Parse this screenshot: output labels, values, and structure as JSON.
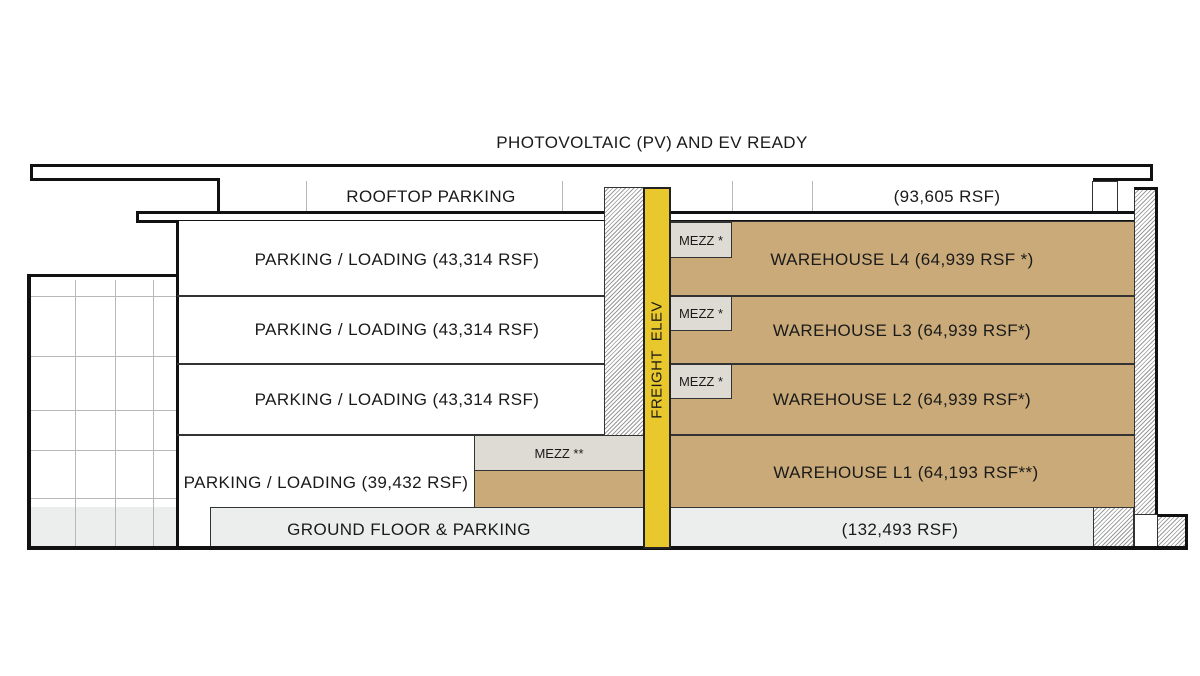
{
  "title": "PHOTOVOLTAIC (PV) AND EV READY",
  "rooftop": {
    "label": "ROOFTOP PARKING",
    "area": "(93,605 RSF)"
  },
  "parking_levels": [
    "PARKING / LOADING (43,314 RSF)",
    "PARKING / LOADING (43,314 RSF)",
    "PARKING / LOADING (43,314 RSF)",
    "PARKING / LOADING (39,432 RSF)"
  ],
  "warehouse_levels": [
    "WAREHOUSE L4 (64,939 RSF *)",
    "WAREHOUSE L3 (64,939 RSF*)",
    "WAREHOUSE L2 (64,939 RSF*)",
    "WAREHOUSE L1 (64,193 RSF**)"
  ],
  "mezz": [
    "MEZZ *",
    "MEZZ *",
    "MEZZ *",
    "MEZZ **"
  ],
  "elevator": "FREIGHT  ELEV",
  "ground": {
    "label": "GROUND FLOOR & PARKING",
    "area": "(132,493 RSF)"
  },
  "colors": {
    "warehouse": "#c9aa78",
    "elevator": "#e9c82d",
    "mezz": "#dddbd3",
    "ground": "#eceeed"
  }
}
